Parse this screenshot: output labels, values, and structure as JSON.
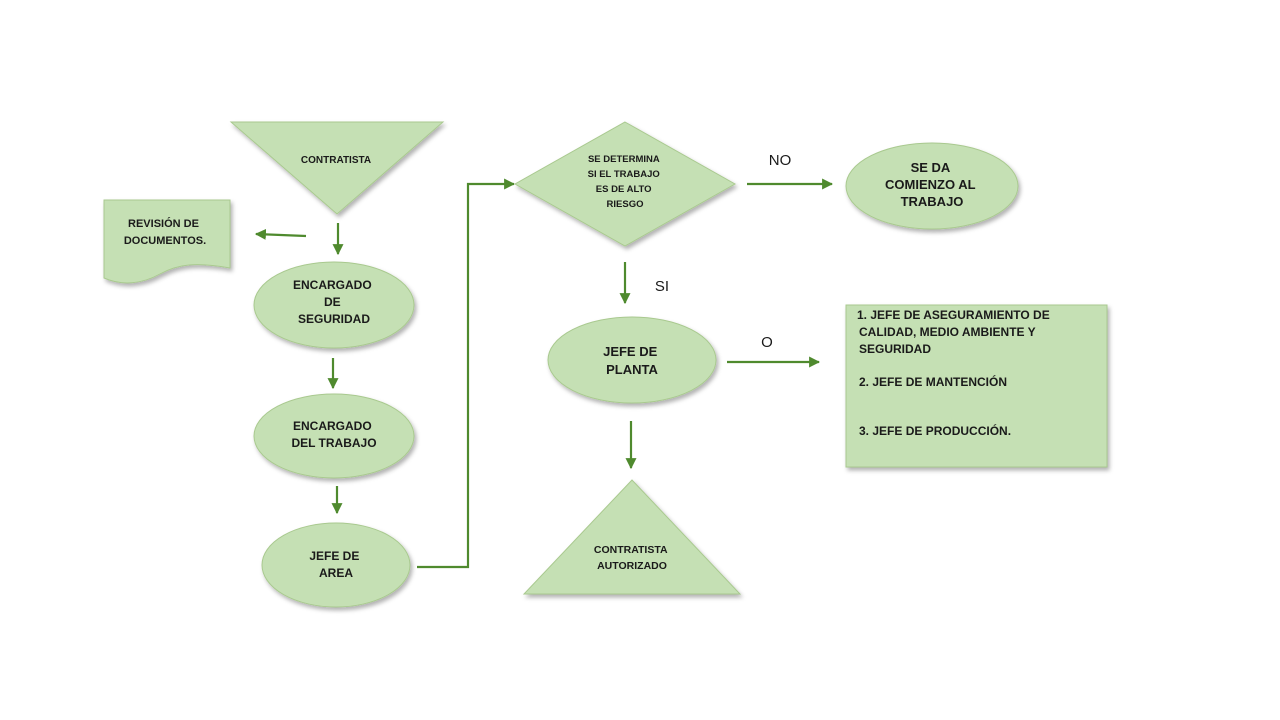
{
  "nodes": {
    "contratista": "CONTRATISTA",
    "revision_documentos": [
      "REVISIÓN DE",
      "DOCUMENTOS."
    ],
    "encargado_seguridad": [
      "ENCARGADO",
      "DE",
      "SEGURIDAD"
    ],
    "encargado_trabajo": [
      "ENCARGADO",
      "DEL TRABAJO"
    ],
    "jefe_area": [
      "JEFE DE",
      "AREA"
    ],
    "decision_alto_riesgo": [
      "SE DETERMINA",
      "SI EL TRABAJO",
      "ES DE ALTO",
      "RIESGO"
    ],
    "comienzo_trabajo": [
      "SE DA",
      "COMIENZO AL",
      "TRABAJO"
    ],
    "jefe_planta": [
      "JEFE DE",
      "PLANTA"
    ],
    "contratista_autorizado": [
      "CONTRATISTA",
      "AUTORIZADO"
    ],
    "jefes_list": {
      "item1_line1": "1.   JEFE DE ASEGURAMIENTO DE",
      "item1_line2": "CALIDAD, MEDIO AMBIENTE Y",
      "item1_line3": "SEGURIDAD",
      "item2": "2. JEFE DE MANTENCIÓN",
      "item3": "3. JEFE DE PRODUCCIÓN."
    }
  },
  "edge_labels": {
    "no": "NO",
    "si": "SI",
    "o": "O"
  },
  "colors": {
    "shape_fill": "#c5e0b4",
    "connector": "#4f8a2e"
  }
}
